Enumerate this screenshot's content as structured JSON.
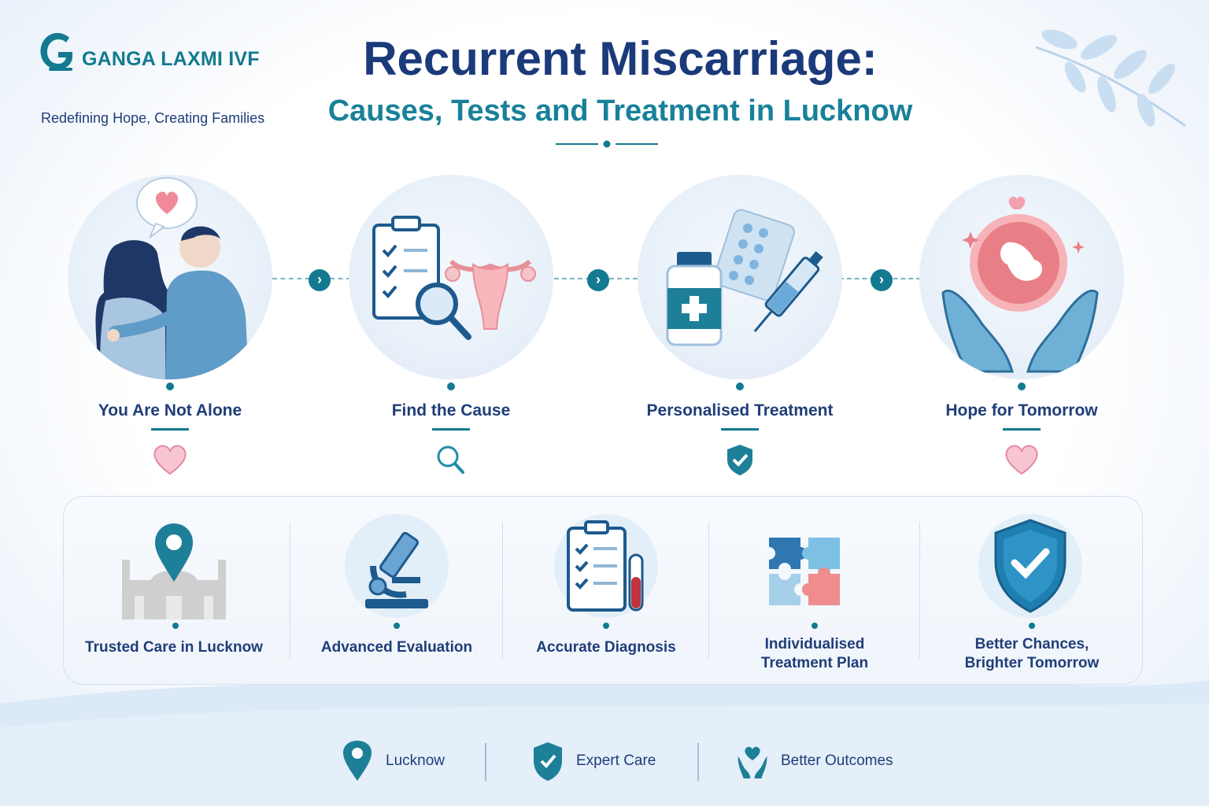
{
  "brand": {
    "name": "GANGA LAXMI IVF",
    "tagline": "Redefining Hope, Creating Families",
    "primary_color": "#137a8f",
    "navy_color": "#1b3a7a"
  },
  "header": {
    "title": "Recurrent Miscarriage:",
    "subtitle": "Causes, Tests and Treatment in Lucknow"
  },
  "steps": [
    {
      "label": "You Are Not Alone",
      "illustration": "couple-support-icon",
      "badge": "heart-icon"
    },
    {
      "label": "Find the Cause",
      "illustration": "clipboard-uterus-icon",
      "badge": "magnifier-icon"
    },
    {
      "label": "Personalised Treatment",
      "illustration": "medicine-icon",
      "badge": "shield-check-icon"
    },
    {
      "label": "Hope for Tomorrow",
      "illustration": "baby-in-hands-icon",
      "badge": "heart-icon"
    }
  ],
  "features": [
    {
      "label": "Trusted Care in Lucknow",
      "icon": "location-pin-icon"
    },
    {
      "label": "Advanced Evaluation",
      "icon": "microscope-icon"
    },
    {
      "label": "Accurate Diagnosis",
      "icon": "clipboard-test-tube-icon"
    },
    {
      "label_line1": "Individualised",
      "label_line2": "Treatment Plan",
      "icon": "puzzle-icon"
    },
    {
      "label_line1": "Better Chances,",
      "label_line2": "Brighter Tomorrow",
      "icon": "shield-check-icon"
    }
  ],
  "footer": [
    {
      "label": "Lucknow",
      "icon": "location-pin-icon"
    },
    {
      "label": "Expert Care",
      "icon": "shield-check-icon"
    },
    {
      "label": "Better Outcomes",
      "icon": "hands-heart-icon"
    }
  ]
}
